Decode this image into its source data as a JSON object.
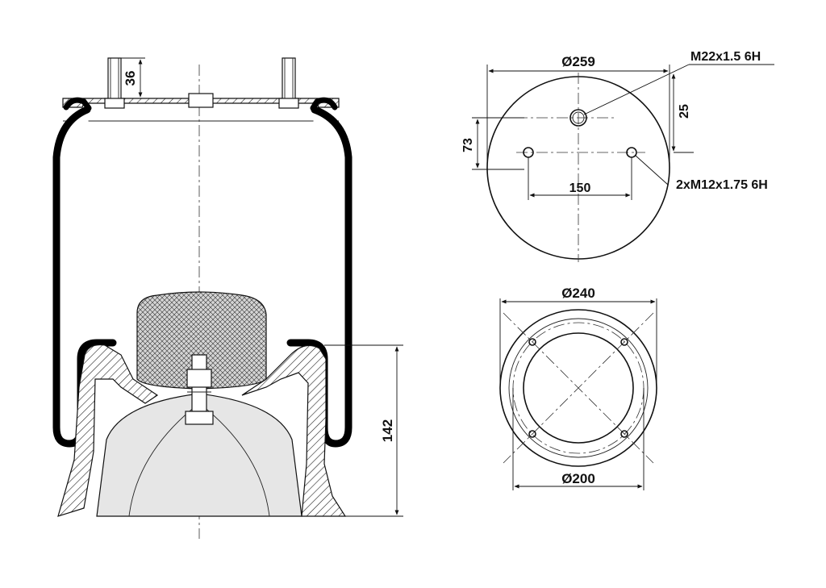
{
  "labels": {
    "stud_height": "36",
    "total_height": "142",
    "top_plate_diameter": "Ø259",
    "center_thread": "M22x1.5 6H",
    "offset_vertical": "25",
    "offset_pitch": "73",
    "stud_spacing": "150",
    "side_threads": "2xM12x1.75 6H",
    "piston_outer_diameter": "Ø240",
    "piston_bolt_circle": "Ø200"
  },
  "colors": {
    "line": "#111111",
    "bellows": "#000000",
    "fill_grey": "#e6e6e6",
    "background": "#ffffff"
  }
}
